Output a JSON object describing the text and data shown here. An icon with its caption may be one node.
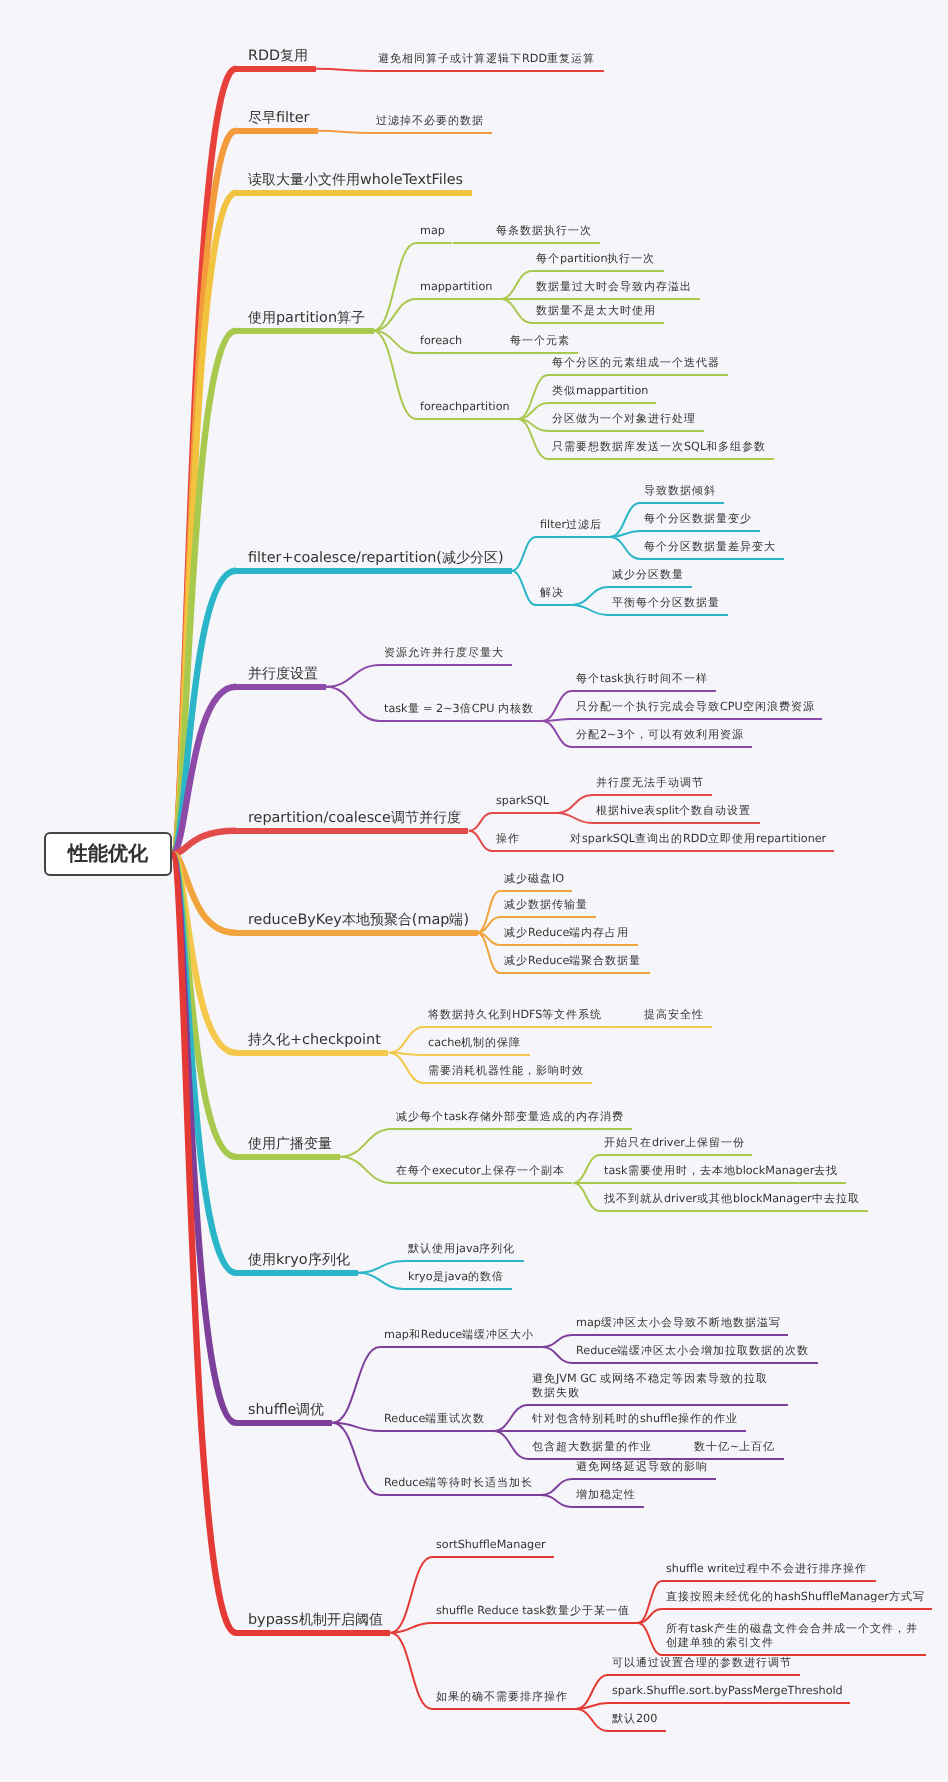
{
  "diagram": {
    "nodes": [
      {
        "text": [
          "性能优化"
        ]
      },
      {
        "text": [
          "RDD复用"
        ]
      },
      {
        "text": [
          "避免相同算子或计算逻辑下RDD重复运算"
        ]
      },
      {
        "text": [
          "尽早filter"
        ]
      },
      {
        "text": [
          "过滤掉不必要的数据"
        ]
      },
      {
        "text": [
          "读取大量小文件用wholeTextFiles"
        ]
      },
      {
        "text": [
          "使用partition算子"
        ]
      },
      {
        "text": [
          "map"
        ]
      },
      {
        "text": [
          "每条数据执行一次"
        ]
      },
      {
        "text": [
          "mappartition"
        ]
      },
      {
        "text": [
          "每个partition执行一次"
        ]
      },
      {
        "text": [
          "数据量过大时会导致内存溢出"
        ]
      },
      {
        "text": [
          "数据量不是太大时使用"
        ]
      },
      {
        "text": [
          "foreach"
        ]
      },
      {
        "text": [
          "每一个元素"
        ]
      },
      {
        "text": [
          "foreachpartition"
        ]
      },
      {
        "text": [
          "每个分区的元素组成一个迭代器"
        ]
      },
      {
        "text": [
          "类似mappartition"
        ]
      },
      {
        "text": [
          "分区做为一个对象进行处理"
        ]
      },
      {
        "text": [
          "只需要想数据库发送一次SQL和多组参数"
        ]
      },
      {
        "text": [
          "filter+coalesce/repartition(减少分区)"
        ]
      },
      {
        "text": [
          "filter过滤后"
        ]
      },
      {
        "text": [
          "导致数据倾斜"
        ]
      },
      {
        "text": [
          "每个分区数据量变少"
        ]
      },
      {
        "text": [
          "每个分区数据量差异变大"
        ]
      },
      {
        "text": [
          "解决"
        ]
      },
      {
        "text": [
          "减少分区数量"
        ]
      },
      {
        "text": [
          "平衡每个分区数据量"
        ]
      },
      {
        "text": [
          "并行度设置"
        ]
      },
      {
        "text": [
          "资源允许并行度尽量大"
        ]
      },
      {
        "text": [
          "task量 = 2~3倍CPU 内核数"
        ]
      },
      {
        "text": [
          "每个task执行时间不一样"
        ]
      },
      {
        "text": [
          "只分配一个执行完成会导致CPU空闲浪费资源"
        ]
      },
      {
        "text": [
          "分配2~3个，可以有效利用资源"
        ]
      },
      {
        "text": [
          "repartition/coalesce调节并行度"
        ]
      },
      {
        "text": [
          "sparkSQL"
        ]
      },
      {
        "text": [
          "并行度无法手动调节"
        ]
      },
      {
        "text": [
          "根据hive表split个数自动设置"
        ]
      },
      {
        "text": [
          "操作"
        ]
      },
      {
        "text": [
          "对sparkSQL查询出的RDD立即使用repartitioner"
        ]
      },
      {
        "text": [
          "reduceByKey本地预聚合(map端)"
        ]
      },
      {
        "text": [
          "减少磁盘IO"
        ]
      },
      {
        "text": [
          "减少数据传输量"
        ]
      },
      {
        "text": [
          "减少Reduce端内存占用"
        ]
      },
      {
        "text": [
          "减少Reduce端聚合数据量"
        ]
      },
      {
        "text": [
          "持久化+checkpoint"
        ]
      },
      {
        "text": [
          "将数据持久化到HDFS等文件系统"
        ]
      },
      {
        "text": [
          "提高安全性"
        ]
      },
      {
        "text": [
          "cache机制的保障"
        ]
      },
      {
        "text": [
          "需要消耗机器性能，影响时效"
        ]
      },
      {
        "text": [
          "使用广播变量"
        ]
      },
      {
        "text": [
          "减少每个task存储外部变量造成的内存消费"
        ]
      },
      {
        "text": [
          "在每个executor上保存一个副本"
        ]
      },
      {
        "text": [
          "开始只在driver上保留一份"
        ]
      },
      {
        "text": [
          "task需要使用时，去本地blockManager去找"
        ]
      },
      {
        "text": [
          "找不到就从driver或其他blockManager中去拉取"
        ]
      },
      {
        "text": [
          "使用kryo序列化"
        ]
      },
      {
        "text": [
          "默认使用java序列化"
        ]
      },
      {
        "text": [
          "kryo是java的数倍"
        ]
      },
      {
        "text": [
          "shuffle调优"
        ]
      },
      {
        "text": [
          "map和Reduce端缓冲区大小"
        ]
      },
      {
        "text": [
          "map缓冲区太小会导致不断地数据溢写"
        ]
      },
      {
        "text": [
          "Reduce端缓冲区太小会增加拉取数据的次数"
        ]
      },
      {
        "text": [
          "Reduce端重试次数"
        ]
      },
      {
        "text": [
          "避免JVM GC 或网络不稳定等因素导致的拉取数据失败"
        ]
      },
      {
        "text": [
          "针对包含特别耗时的shuffle操作的作业"
        ]
      },
      {
        "text": [
          "包含超大数据量的作业"
        ]
      },
      {
        "text": [
          "数十亿~上百亿"
        ]
      },
      {
        "text": [
          "Reduce端等待时长适当加长"
        ]
      },
      {
        "text": [
          "避免网络延迟导致的影响"
        ]
      },
      {
        "text": [
          "增加稳定性"
        ]
      },
      {
        "text": [
          "bypass机制开启阈值"
        ]
      },
      {
        "text": [
          "sortShuffleManager"
        ]
      },
      {
        "text": [
          "shuffle Reduce task数量少于某一值"
        ]
      },
      {
        "text": [
          "shuffle write过程中不会进行排序操作"
        ]
      },
      {
        "text": [
          "直接按照未经优化的hashShuffleManager方式写"
        ]
      },
      {
        "text": [
          "所有task产生的磁盘文件会合并成一个文件，并创建单独的索引文件"
        ]
      },
      {
        "text": [
          "如果的确不需要排序操作"
        ]
      },
      {
        "text": [
          "可以通过设置合理的参数进行调节"
        ]
      },
      {
        "text": [
          "spark.Shuffle.sort.byPassMergeThreshold"
        ]
      },
      {
        "text": [
          "默认200"
        ]
      }
    ],
    "edges": [
      {
        "from": 0,
        "to": 1,
        "arrow": "none",
        "style": "thick",
        "color": "#e8413c"
      },
      {
        "from": 1,
        "to": 2,
        "arrow": "none",
        "color": "#e8413c"
      },
      {
        "from": 0,
        "to": 3,
        "arrow": "none",
        "style": "thick",
        "color": "#f39a3c"
      },
      {
        "from": 3,
        "to": 4,
        "arrow": "none",
        "color": "#f39a3c"
      },
      {
        "from": 0,
        "to": 5,
        "arrow": "none",
        "style": "thick",
        "color": "#f2c33e"
      },
      {
        "from": 0,
        "to": 6,
        "arrow": "none",
        "style": "thick",
        "color": "#a9c84e"
      },
      {
        "from": 6,
        "to": 7,
        "arrow": "none",
        "color": "#a9c84e"
      },
      {
        "from": 7,
        "to": 8,
        "arrow": "none",
        "color": "#a9c84e"
      },
      {
        "from": 6,
        "to": 9,
        "arrow": "none",
        "color": "#a9c84e"
      },
      {
        "from": 9,
        "to": 10,
        "arrow": "none",
        "color": "#a9c84e"
      },
      {
        "from": 9,
        "to": 11,
        "arrow": "none",
        "color": "#a9c84e"
      },
      {
        "from": 9,
        "to": 12,
        "arrow": "none",
        "color": "#a9c84e"
      },
      {
        "from": 6,
        "to": 13,
        "arrow": "none",
        "color": "#a9c84e"
      },
      {
        "from": 13,
        "to": 14,
        "arrow": "none",
        "color": "#a9c84e"
      },
      {
        "from": 6,
        "to": 15,
        "arrow": "none",
        "color": "#a9c84e"
      },
      {
        "from": 15,
        "to": 16,
        "arrow": "none",
        "color": "#a9c84e"
      },
      {
        "from": 15,
        "to": 17,
        "arrow": "none",
        "color": "#a9c84e"
      },
      {
        "from": 15,
        "to": 18,
        "arrow": "none",
        "color": "#a9c84e"
      },
      {
        "from": 15,
        "to": 19,
        "arrow": "none",
        "color": "#a9c84e"
      },
      {
        "from": 0,
        "to": 20,
        "arrow": "none",
        "style": "thick",
        "color": "#2bb5c9"
      },
      {
        "from": 20,
        "to": 21,
        "arrow": "none",
        "color": "#2bb5c9"
      },
      {
        "from": 21,
        "to": 22,
        "arrow": "none",
        "color": "#2bb5c9"
      },
      {
        "from": 21,
        "to": 23,
        "arrow": "none",
        "color": "#2bb5c9"
      },
      {
        "from": 21,
        "to": 24,
        "arrow": "none",
        "color": "#2bb5c9"
      },
      {
        "from": 20,
        "to": 25,
        "arrow": "none",
        "color": "#2bb5c9"
      },
      {
        "from": 25,
        "to": 26,
        "arrow": "none",
        "color": "#2bb5c9"
      },
      {
        "from": 25,
        "to": 27,
        "arrow": "none",
        "color": "#2bb5c9"
      },
      {
        "from": 0,
        "to": 28,
        "arrow": "none",
        "style": "thick",
        "color": "#8e4aa8"
      },
      {
        "from": 28,
        "to": 29,
        "arrow": "none",
        "color": "#8e4aa8"
      },
      {
        "from": 28,
        "to": 30,
        "arrow": "none",
        "color": "#8e4aa8"
      },
      {
        "from": 30,
        "to": 31,
        "arrow": "none",
        "color": "#8e4aa8"
      },
      {
        "from": 30,
        "to": 32,
        "arrow": "none",
        "color": "#8e4aa8"
      },
      {
        "from": 30,
        "to": 33,
        "arrow": "none",
        "color": "#8e4aa8"
      },
      {
        "from": 0,
        "to": 34,
        "arrow": "none",
        "style": "thick",
        "color": "#e34b4b"
      },
      {
        "from": 34,
        "to": 35,
        "arrow": "none",
        "color": "#e34b4b"
      },
      {
        "from": 35,
        "to": 36,
        "arrow": "none",
        "color": "#e34b4b"
      },
      {
        "from": 35,
        "to": 37,
        "arrow": "none",
        "color": "#e34b4b"
      },
      {
        "from": 34,
        "to": 38,
        "arrow": "none",
        "color": "#e34b4b"
      },
      {
        "from": 38,
        "to": 39,
        "arrow": "none",
        "color": "#e34b4b"
      },
      {
        "from": 0,
        "to": 40,
        "arrow": "none",
        "style": "thick",
        "color": "#f2a43c"
      },
      {
        "from": 40,
        "to": 41,
        "arrow": "none",
        "color": "#f2a43c"
      },
      {
        "from": 40,
        "to": 42,
        "arrow": "none",
        "color": "#f2a43c"
      },
      {
        "from": 40,
        "to": 43,
        "arrow": "none",
        "color": "#f2a43c"
      },
      {
        "from": 40,
        "to": 44,
        "arrow": "none",
        "color": "#f2a43c"
      },
      {
        "from": 0,
        "to": 45,
        "arrow": "none",
        "style": "thick",
        "color": "#f4c84a"
      },
      {
        "from": 45,
        "to": 46,
        "arrow": "none",
        "color": "#f4c84a"
      },
      {
        "from": 46,
        "to": 47,
        "arrow": "none",
        "color": "#f4c84a"
      },
      {
        "from": 45,
        "to": 48,
        "arrow": "none",
        "color": "#f4c84a"
      },
      {
        "from": 45,
        "to": 49,
        "arrow": "none",
        "color": "#f4c84a"
      },
      {
        "from": 0,
        "to": 50,
        "arrow": "none",
        "style": "thick",
        "color": "#a9c84e"
      },
      {
        "from": 50,
        "to": 51,
        "arrow": "none",
        "color": "#a9c84e"
      },
      {
        "from": 50,
        "to": 52,
        "arrow": "none",
        "color": "#a9c84e"
      },
      {
        "from": 52,
        "to": 53,
        "arrow": "none",
        "color": "#a9c84e"
      },
      {
        "from": 52,
        "to": 54,
        "arrow": "none",
        "color": "#a9c84e"
      },
      {
        "from": 52,
        "to": 55,
        "arrow": "none",
        "color": "#a9c84e"
      },
      {
        "from": 0,
        "to": 56,
        "arrow": "none",
        "style": "thick",
        "color": "#2bb5c9"
      },
      {
        "from": 56,
        "to": 57,
        "arrow": "none",
        "color": "#2bb5c9"
      },
      {
        "from": 56,
        "to": 58,
        "arrow": "none",
        "color": "#2bb5c9"
      },
      {
        "from": 0,
        "to": 59,
        "arrow": "none",
        "style": "thick",
        "color": "#7d3f9a"
      },
      {
        "from": 59,
        "to": 60,
        "arrow": "none",
        "color": "#7d3f9a"
      },
      {
        "from": 60,
        "to": 61,
        "arrow": "none",
        "color": "#7d3f9a"
      },
      {
        "from": 60,
        "to": 62,
        "arrow": "none",
        "color": "#7d3f9a"
      },
      {
        "from": 59,
        "to": 63,
        "arrow": "none",
        "color": "#7d3f9a"
      },
      {
        "from": 63,
        "to": 64,
        "arrow": "none",
        "color": "#7d3f9a"
      },
      {
        "from": 63,
        "to": 65,
        "arrow": "none",
        "color": "#7d3f9a"
      },
      {
        "from": 63,
        "to": 66,
        "arrow": "none",
        "color": "#7d3f9a"
      },
      {
        "from": 66,
        "to": 67,
        "arrow": "none",
        "color": "#7d3f9a"
      },
      {
        "from": 59,
        "to": 68,
        "arrow": "none",
        "color": "#7d3f9a"
      },
      {
        "from": 68,
        "to": 69,
        "arrow": "none",
        "color": "#7d3f9a"
      },
      {
        "from": 68,
        "to": 70,
        "arrow": "none",
        "color": "#7d3f9a"
      },
      {
        "from": 0,
        "to": 71,
        "arrow": "none",
        "style": "thick",
        "color": "#e53935"
      },
      {
        "from": 71,
        "to": 72,
        "arrow": "none",
        "color": "#e53935"
      },
      {
        "from": 71,
        "to": 73,
        "arrow": "none",
        "color": "#e53935"
      },
      {
        "from": 73,
        "to": 74,
        "arrow": "none",
        "color": "#e53935"
      },
      {
        "from": 73,
        "to": 75,
        "arrow": "none",
        "color": "#e53935"
      },
      {
        "from": 73,
        "to": 76,
        "arrow": "none",
        "color": "#e53935"
      },
      {
        "from": 71,
        "to": 77,
        "arrow": "none",
        "color": "#e53935"
      },
      {
        "from": 77,
        "to": 78,
        "arrow": "none",
        "color": "#e53935"
      },
      {
        "from": 77,
        "to": 79,
        "arrow": "none",
        "color": "#e53935"
      },
      {
        "from": 77,
        "to": 80,
        "arrow": "none",
        "color": "#e53935"
      }
    ]
  }
}
